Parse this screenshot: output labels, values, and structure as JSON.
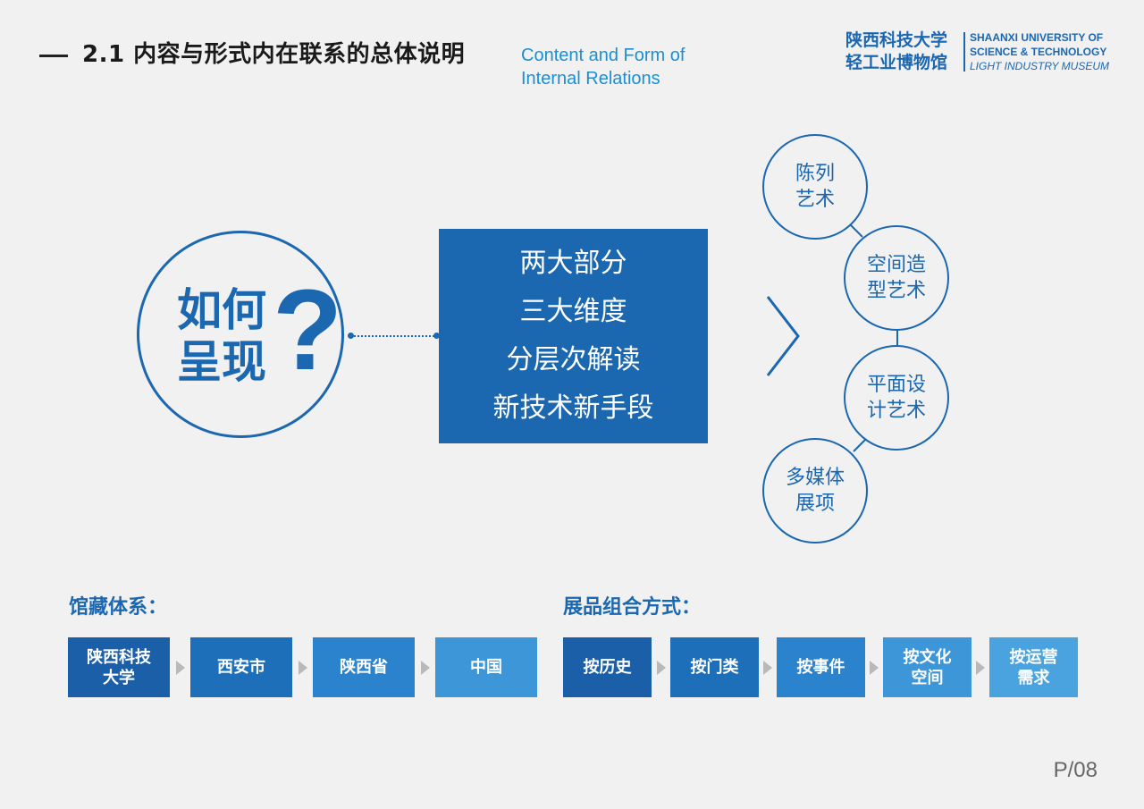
{
  "header": {
    "title": "2.1 内容与形式内在联系的总体说明",
    "subtitle_line1": "Content and Form of",
    "subtitle_line2": "Internal Relations"
  },
  "logo": {
    "cn_line1": "陕西科技大学",
    "cn_line2": "轻工业博物馆",
    "en_line1": "SHAANXI UNIVERSITY OF",
    "en_line2": "SCIENCE & TECHNOLOGY",
    "en_line3": "LIGHT INDUSTRY MUSEUM"
  },
  "question": {
    "line1": "如何",
    "line2": "呈现",
    "mark": "?"
  },
  "center_box": {
    "lines": [
      "两大部分",
      "三大维度",
      "分层次解读",
      "新技术新手段"
    ]
  },
  "circles": [
    {
      "line1": "陈列",
      "line2": "艺术"
    },
    {
      "line1": "空间造",
      "line2": "型艺术"
    },
    {
      "line1": "平面设",
      "line2": "计艺术"
    },
    {
      "line1": "多媒体",
      "line2": "展项"
    }
  ],
  "collection": {
    "heading": "馆藏体系：",
    "steps": [
      {
        "line1": "陕西科技",
        "line2": "大学"
      },
      {
        "line1": "西安市",
        "line2": ""
      },
      {
        "line1": "陕西省",
        "line2": ""
      },
      {
        "line1": "中国",
        "line2": ""
      }
    ]
  },
  "exhibit": {
    "heading": "展品组合方式：",
    "steps": [
      {
        "line1": "按历史",
        "line2": ""
      },
      {
        "line1": "按门类",
        "line2": ""
      },
      {
        "line1": "按事件",
        "line2": ""
      },
      {
        "line1": "按文化",
        "line2": "空间"
      },
      {
        "line1": "按运营",
        "line2": "需求"
      }
    ]
  },
  "colors": {
    "primary": "#1b67b0",
    "step_shades": [
      "#1b5fa8",
      "#1e6fba",
      "#2a83cc",
      "#3d96d8",
      "#4aa3de"
    ],
    "arrow": "#b9b9b9",
    "background": "#f1f1f1"
  },
  "page_number": "P/08"
}
